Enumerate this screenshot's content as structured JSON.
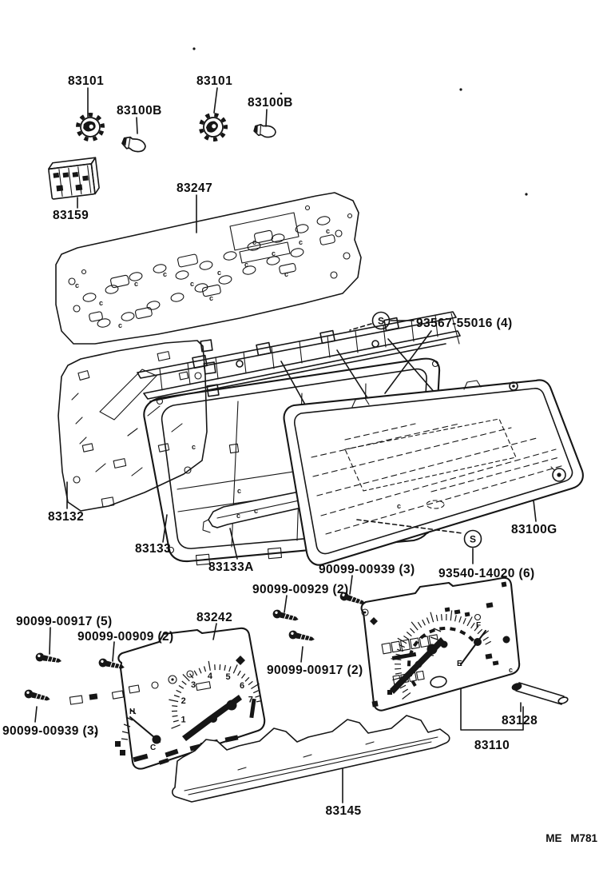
{
  "doc": {
    "footer_code": "ME M781",
    "ink_color": "#161616",
    "bg_color": "#ffffff"
  },
  "symbols": {
    "substitution_marker": "S"
  },
  "marks": {
    "hole": "c"
  },
  "callouts": [
    {
      "id": "83101-left",
      "text": "83101"
    },
    {
      "id": "83100b-left",
      "text": "83100B"
    },
    {
      "id": "83101-right",
      "text": "83101"
    },
    {
      "id": "83100b-right",
      "text": "83100B"
    },
    {
      "id": "83159",
      "text": "83159"
    },
    {
      "id": "83247",
      "text": "83247"
    },
    {
      "id": "93567-55016",
      "text": "93567-55016 (4)"
    },
    {
      "id": "83132",
      "text": "83132"
    },
    {
      "id": "83133",
      "text": "83133"
    },
    {
      "id": "83133a",
      "text": "83133A"
    },
    {
      "id": "83100g",
      "text": "83100G"
    },
    {
      "id": "90099-00939-upper",
      "text": "90099-00939 (3)"
    },
    {
      "id": "93540-14020",
      "text": "93540-14020 (6)"
    },
    {
      "id": "90099-00929",
      "text": "90099-00929 (2)"
    },
    {
      "id": "90099-00917-5",
      "text": "90099-00917 (5)"
    },
    {
      "id": "90099-00909",
      "text": "90099-00909 (2)"
    },
    {
      "id": "83242",
      "text": "83242"
    },
    {
      "id": "90099-00917-2",
      "text": "90099-00917 (2)"
    },
    {
      "id": "90099-00939-lower",
      "text": "90099-00939 (3)"
    },
    {
      "id": "83128",
      "text": "83128"
    },
    {
      "id": "83110",
      "text": "83110"
    },
    {
      "id": "83145",
      "text": "83145"
    }
  ],
  "gauges": {
    "tachometer": {
      "numerals": [
        "1",
        "2",
        "3",
        "4",
        "5",
        "6",
        "7"
      ]
    },
    "temp": {
      "hot": "H",
      "cold": "C"
    },
    "fuel": {
      "full": "F",
      "empty": "E"
    }
  }
}
